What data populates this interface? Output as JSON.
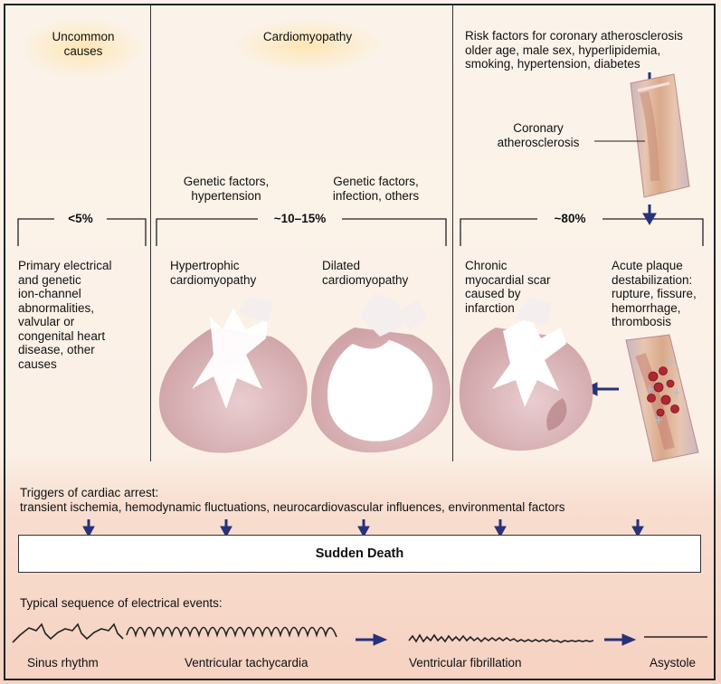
{
  "columns": {
    "uncommon": {
      "heading": "Uncommon\ncauses",
      "percent": "<5%",
      "description": "Primary electrical\nand genetic\nion-channel\nabnormalities,\nvalvular or\ncongenital heart\ndisease, other\ncauses"
    },
    "cardiomyopathy": {
      "heading": "Cardiomyopathy",
      "percent": "~10–15%",
      "factor_left": "Genetic factors,\nhypertension",
      "factor_right": "Genetic factors,\ninfection, others",
      "type_left": "Hypertrophic\ncardiomyopathy",
      "type_right": "Dilated\ncardiomyopathy"
    },
    "coronary": {
      "risk_factors": "Risk factors for coronary atherosclerosis\nolder age, male sex, hyperlipidemia,\nsmoking, hypertension, diabetes",
      "vessel_label": "Coronary\natherosclerosis",
      "percent": "~80%",
      "chronic": "Chronic\nmyocardial scar\ncaused by\ninfarction",
      "acute": "Acute plaque\ndestabilization:\nrupture, fissure,\nhemorrhage,\nthrombosis"
    }
  },
  "triggers": {
    "title": "Triggers of cardiac arrest:",
    "list": "transient ischemia, hemodynamic fluctuations, neurocardiovascular influences, environmental factors"
  },
  "outcome": "Sudden Death",
  "electrical": {
    "title": "Typical sequence of electrical events:",
    "stages": [
      "Sinus rhythm",
      "Ventricular tachycardia",
      "Ventricular fibrillation",
      "Asystole"
    ]
  },
  "colors": {
    "arrow": "#27327a",
    "heart": "#d9b3b6",
    "chamber": "#ffffff",
    "vessel": "#d9a98b"
  }
}
